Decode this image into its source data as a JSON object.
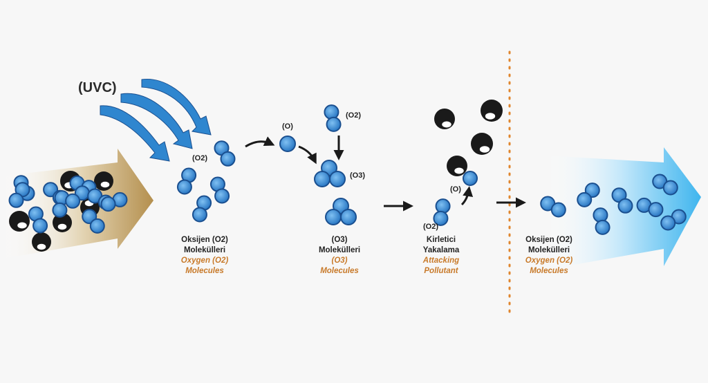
{
  "labels": {
    "uvc": "(UVC)",
    "o2_tag_1": "(O2)",
    "o_tag_1": "(O)",
    "o2_tag_2": "(O2)",
    "o3_tag": "(O3)",
    "o_tag_2": "(O)",
    "o2_tag_3": "(O2)"
  },
  "captions": [
    {
      "tr1": "Oksijen (O2)",
      "tr2": "Molekülleri",
      "en1": "Oxygen (O2)",
      "en2": "Molecules"
    },
    {
      "tr1": "(O3)",
      "tr2": "Molekülleri",
      "en1": "(O3)",
      "en2": "Molecules"
    },
    {
      "tr1": "Kirletici",
      "tr2": "Yakalama",
      "en1": "Attacking",
      "en2": "Pollutant"
    },
    {
      "tr1": "Oksijen (O2)",
      "tr2": "Molekülleri",
      "en1": "Oxygen (O2)",
      "en2": "Molecules"
    }
  ],
  "colors": {
    "molecule_fill": "#3f8fd6",
    "molecule_stroke": "#1a4f8f",
    "pollutant": "#1a1a1a",
    "uvc_arrow": "#2f86cf",
    "caption_en": "#c87a2a",
    "divider": "#e0862e"
  }
}
